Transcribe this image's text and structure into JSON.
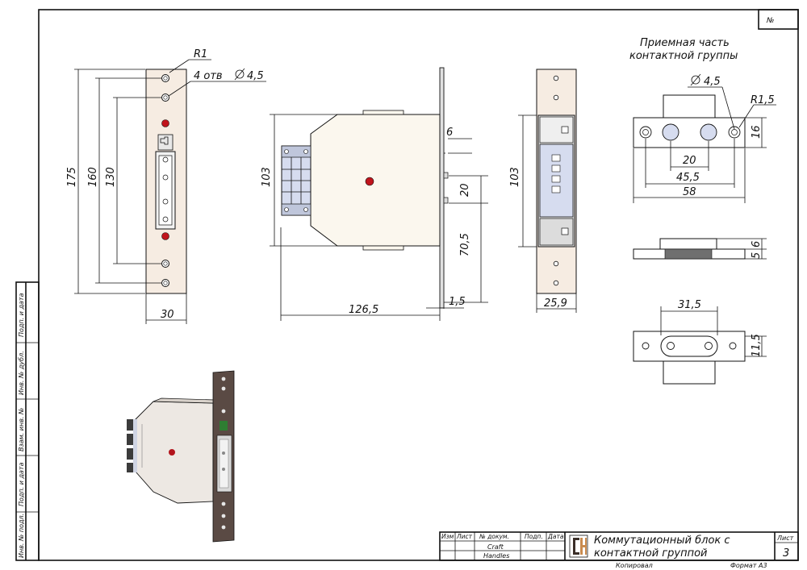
{
  "sheet": {
    "number_label": "№",
    "sheet_label": "Лист",
    "sheet_number": "3",
    "format": "Формат А3",
    "copied": "Копировал"
  },
  "side_stamp": [
    "Подп. и дата",
    "Инв. № дубл.",
    "Взам. инв. №",
    "Подп. и дата",
    "Инв. № подл."
  ],
  "title_block": {
    "headers": [
      "Изм",
      "Лист",
      "№ докум.",
      "Подп.",
      "Дата"
    ],
    "developer_line1": "Craft",
    "developer_line2": "Handles",
    "title_line1": "Коммутационный блок с",
    "title_line2": "контактной группой"
  },
  "strike_plate_view": {
    "dim_r1": "R1",
    "dim_holes": "4 отв",
    "dim_hole_diam": "4,5",
    "dim_175": "175",
    "dim_160": "160",
    "dim_130": "130",
    "dim_30": "30"
  },
  "body_side_view": {
    "dim_103": "103",
    "dim_6": "6",
    "dim_20": "20",
    "dim_70_5": "70,5",
    "dim_126_5": "126,5",
    "dim_1_5": "1,5"
  },
  "front_view": {
    "dim_103": "103",
    "dim_25_9": "25,9"
  },
  "receiver_part": {
    "title_line1": "Приемная часть",
    "title_line2": "контактной группы",
    "dim_diam": "4,5",
    "dim_r1_5": "R1,5",
    "dim_16": "16",
    "dim_20": "20",
    "dim_45_5": "45,5",
    "dim_58": "58",
    "dim_5": "5",
    "dim_6": "6",
    "dim_31_5": "31,5",
    "dim_11_5": "11,5"
  },
  "colors": {
    "plate_fill": "#f6ece2",
    "body_fill": "#fbf7ee",
    "connector_fill": "#d6dcef",
    "screw_red": "#c0141c",
    "line": "#111111"
  }
}
